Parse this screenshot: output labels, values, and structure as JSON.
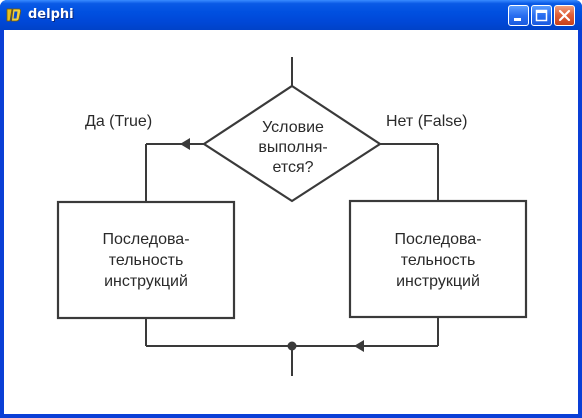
{
  "window": {
    "title": "delphi",
    "icon": "delphi-icon",
    "controls": {
      "minimize_icon": "minimize-icon",
      "maximize_icon": "maximize-icon",
      "close_icon": "close-icon"
    }
  },
  "flowchart": {
    "condition": {
      "line1": "Условие",
      "line2": "выполня-",
      "line3": "ется?"
    },
    "true_label": "Да (True)",
    "false_label": "Нет (False)",
    "left_block": {
      "line1": "Последова-",
      "line2": "тельность",
      "line3": "инструкций"
    },
    "right_block": {
      "line1": "Последова-",
      "line2": "тельность",
      "line3": "инструкций"
    }
  }
}
